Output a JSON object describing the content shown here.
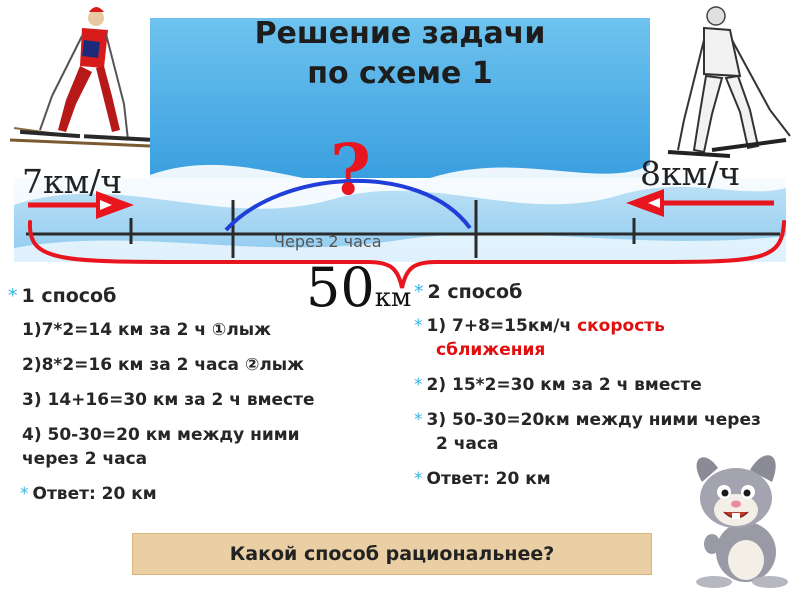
{
  "slide": {
    "title_line1": "Решение задачи",
    "title_line2": "по схеме 1"
  },
  "scheme": {
    "left_speed": "7км/ч",
    "right_speed": "8км/ч",
    "question": "?",
    "after_label": "Через 2 часа",
    "distance_value": "50",
    "distance_unit": "км"
  },
  "method1": {
    "heading": "1 способ",
    "steps": [
      "1)7*2=14 км за 2 ч ①лыж",
      "2)8*2=16 км за 2 часа ②лыж",
      "3) 14+16=30 км за 2 ч вместе",
      "4) 50-30=20 км между ними через 2 часа"
    ],
    "answer": "Ответ: 20 км"
  },
  "method2": {
    "heading": "2 способ",
    "step1_black": "1) 7+8=15км/ч ",
    "step1_red": "скорость сближения",
    "step2": "2) 15*2=30 км за 2 ч вместе",
    "step3": "3) 50-30=20км между ними через 2 часа",
    "answer": "Ответ: 20 км"
  },
  "banner": {
    "text": "Какой способ рациональнее?"
  },
  "colors": {
    "arrow_red": "#e8141e",
    "arc_blue": "#1f3fd8",
    "bracket_red": "#e8141e",
    "bullet_blue": "#34b6e4",
    "sky_blue": "#5fb9ea",
    "banner_tan": "#e9cfa3"
  },
  "icons": {
    "left_character": "skier-red-icon",
    "right_character": "skier-white-icon",
    "corner_character": "bunny-icon"
  }
}
